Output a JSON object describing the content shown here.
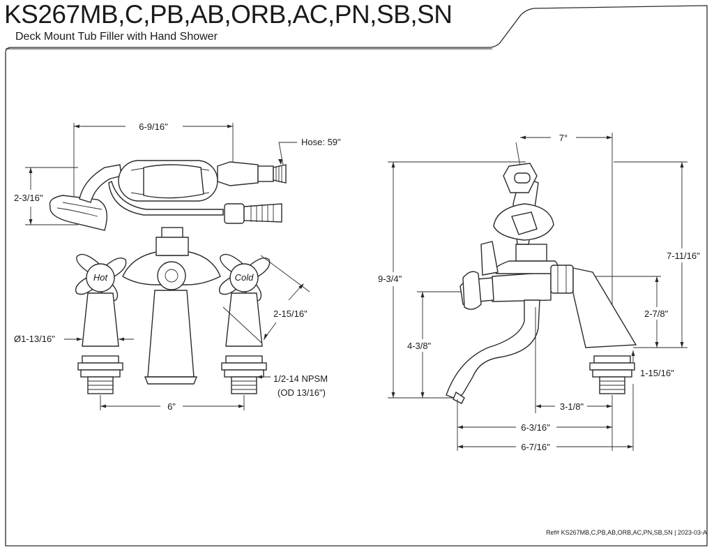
{
  "header": {
    "title": "KS267MB,C,PB,AB,ORB,AC,PN,SB,SN",
    "subtitle": "Deck Mount Tub Filler with Hand Shower"
  },
  "front_view": {
    "width_top": "6-9/16\"",
    "hose": "Hose: 59\"",
    "handshower_height": "2-3/16\"",
    "handle_height": "2-15/16\"",
    "base_diameter": "Ø1-13/16\"",
    "thread_spec": "1/2-14 NPSM",
    "thread_od": "(OD 13/16\")",
    "center_spacing": "6\"",
    "hot_label": "Hot",
    "cold_label": "Cold"
  },
  "side_view": {
    "angle": "7°",
    "overall_height": "9-3/4\"",
    "cradle_height": "7-11/16\"",
    "spout_height": "4-3/8\"",
    "body_height": "2-7/8\"",
    "shank_length": "1-15/16\"",
    "offset_short": "3-1/8\"",
    "offset_mid": "6-3/16\"",
    "offset_long": "6-7/16\""
  },
  "footer": {
    "reference": "Ref# KS267MB,C,PB,AB,ORB,AC,PN,SB,SN | 2023-03-A"
  }
}
